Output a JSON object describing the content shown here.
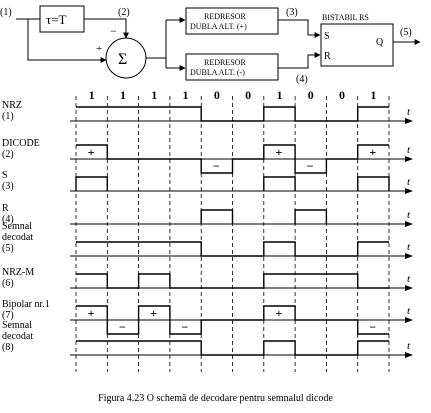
{
  "schematic": {
    "in_label": "(1)",
    "delay": "τ=T",
    "node2": "(2)",
    "plus": "+",
    "minus": "−",
    "sum": "Σ",
    "rect_pos_line1": "REDRESOR",
    "rect_pos_line2": "DUBLA ALT. (+)",
    "rect_neg_line1": "REDRESOR",
    "rect_neg_line2": "DUBLA ALT. (-)",
    "node3": "(3)",
    "node4": "(4)",
    "flipflop_title": "BISTABIL RS",
    "ff_s": "S",
    "ff_r": "R",
    "ff_q": "Q",
    "out_label": "(5)"
  },
  "bits": [
    "1",
    "1",
    "1",
    "1",
    "0",
    "0",
    "1",
    "0",
    "0",
    "1"
  ],
  "time_symbol": "t",
  "rows": [
    {
      "label1": "NRZ",
      "label2": "(1)",
      "bits": [
        1,
        1,
        1,
        1,
        0,
        0,
        1,
        0,
        0,
        1
      ]
    },
    {
      "label1": "DICODE",
      "label2": "(2)",
      "levels": [
        "+",
        "0",
        "0",
        "0",
        "−",
        "0",
        "+",
        "−",
        "0",
        "+"
      ]
    },
    {
      "label1": "S",
      "label2": "(3)",
      "pulses": [
        0,
        6,
        9
      ]
    },
    {
      "label1": "R",
      "label2": "(4)",
      "pulses": [
        4,
        7
      ]
    },
    {
      "label1": "Semnal",
      "label2": "decodat",
      "label3": "(5)",
      "bits": [
        1,
        1,
        1,
        1,
        0,
        0,
        1,
        0,
        0,
        1
      ]
    },
    {
      "label1": "NRZ-M",
      "label2": "(6)",
      "bits": [
        1,
        0,
        1,
        0,
        0,
        0,
        1,
        1,
        1,
        0
      ]
    },
    {
      "label1": "Bipolar nr.1",
      "label2": "(7)",
      "levels": [
        "+",
        "−",
        "+",
        "−",
        "0",
        "0",
        "+",
        "0",
        "0",
        "−"
      ]
    },
    {
      "label1": "Semnal",
      "label2": "decodat",
      "label3": "(8)",
      "bits": [
        1,
        1,
        1,
        1,
        0,
        0,
        1,
        0,
        0,
        1
      ]
    }
  ],
  "caption": "Figura 4.23 O schemă de decodare pentru semnalul dicode"
}
